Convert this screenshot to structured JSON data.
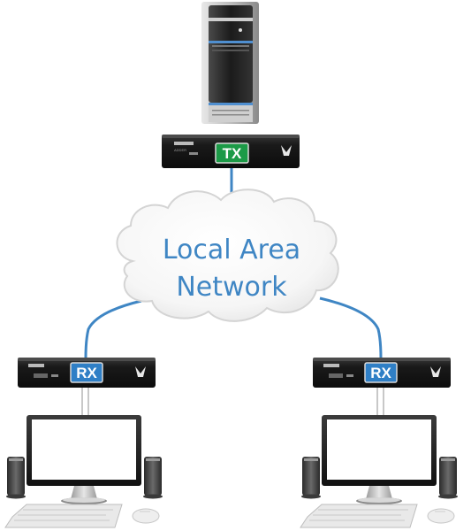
{
  "cloud": {
    "line1": "Local Area",
    "line2": "Network"
  },
  "transmitter": {
    "label": "TX",
    "badge_color": "#1c9a47"
  },
  "receivers": [
    {
      "label": "RX",
      "badge_color": "#2f7fc6"
    },
    {
      "label": "RX",
      "badge_color": "#2f7fc6"
    }
  ],
  "colors": {
    "cable": "#3f86c4",
    "device_body": "#1a1a1a",
    "cloud_text": "#3f86c4"
  },
  "icons": [
    "tower-pc-icon",
    "cloud-icon",
    "monitor-icon",
    "speaker-icon",
    "keyboard-icon",
    "mouse-icon"
  ]
}
